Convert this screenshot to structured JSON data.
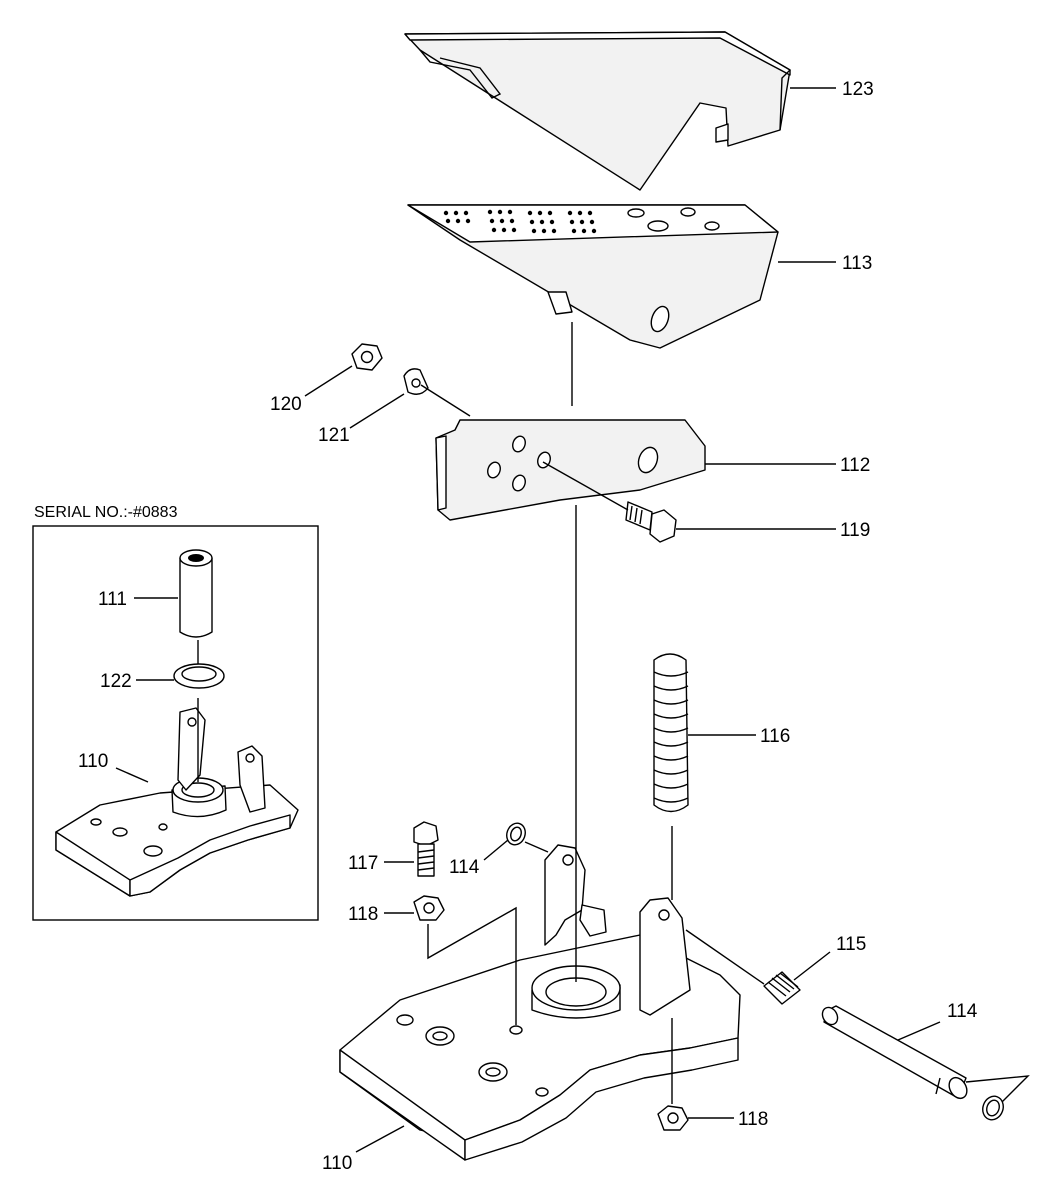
{
  "serial_note": "SERIAL NO.:-#0883",
  "callouts": {
    "c123": "123",
    "c113": "113",
    "c120": "120",
    "c121": "121",
    "c112": "112",
    "c119": "119",
    "c111": "111",
    "c122": "122",
    "c110_inset": "110",
    "c116": "116",
    "c117": "117",
    "c114_left": "114",
    "c118_left": "118",
    "c115": "115",
    "c114_right": "114",
    "c118_bottom": "118",
    "c110_main": "110"
  }
}
